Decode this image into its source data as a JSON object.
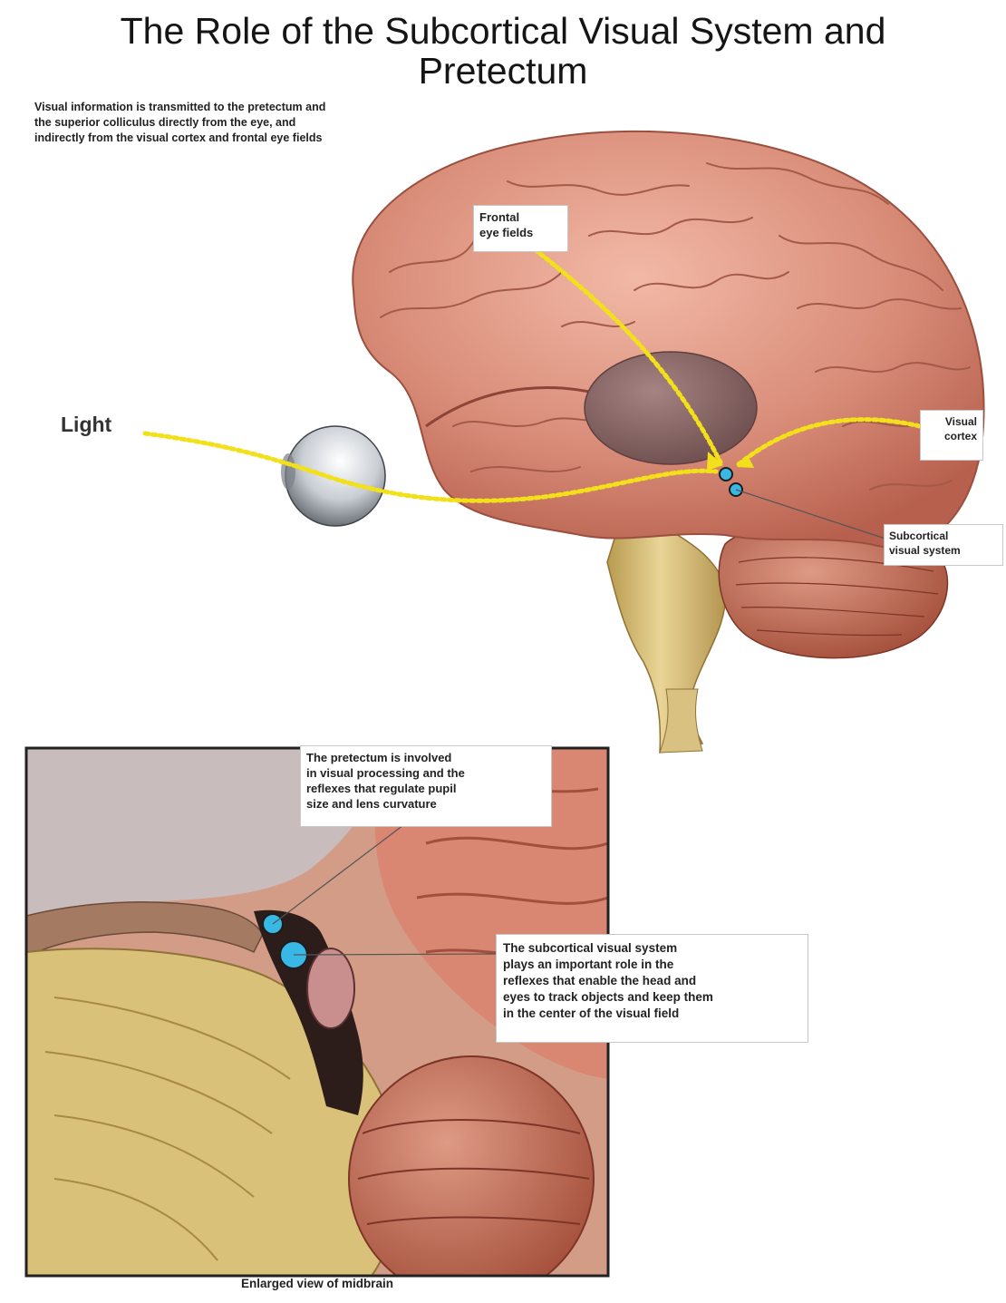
{
  "title": {
    "line1": "The Role of the Subcortical Visual System and",
    "line2": "Pretectum"
  },
  "intro_text": "Visual information is transmitted to the pretectum and the superior colliculus directly from the eye, and indirectly from the visual cortex and frontal eye fields",
  "labels": {
    "light": "Light",
    "frontal_eye_fields_line1": "Frontal",
    "frontal_eye_fields_line2": "eye fields",
    "visual_cortex_line1": "Visual",
    "visual_cortex_line2": "cortex",
    "subcortical_line1": "Subcortical",
    "subcortical_line2": "visual system"
  },
  "inset": {
    "pretectum_note_line1": "The pretectum is involved",
    "pretectum_note_line2": "in visual processing and the",
    "pretectum_note_line3": "reflexes that regulate pupil",
    "pretectum_note_line4": "size and lens curvature",
    "subcortical_note_line1": "The subcortical visual system",
    "subcortical_note_line2": "plays an important role in the",
    "subcortical_note_line3": "reflexes that enable the head and",
    "subcortical_note_line4": "eyes to track objects and keep them",
    "subcortical_note_line5": "in the center of the visual field",
    "caption": "Enlarged view of midbrain"
  },
  "colors": {
    "pathway": "#f2e01a",
    "marker": "#39b8e6",
    "brain": "#d78a78",
    "brainstem": "#d8c27a",
    "cerebellum": "#b65a45"
  }
}
